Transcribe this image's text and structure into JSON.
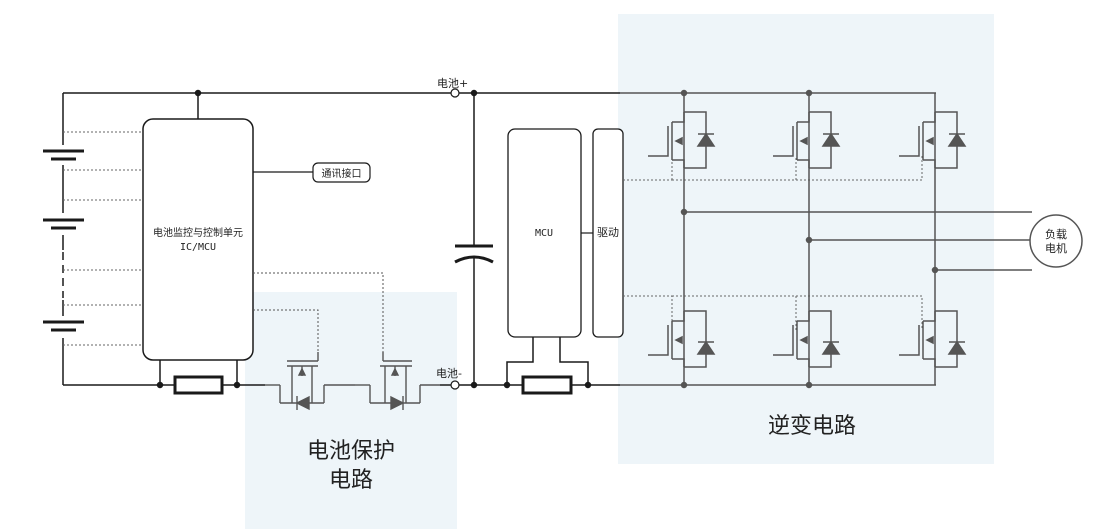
{
  "labels": {
    "battery_plus": "电池+",
    "battery_minus": "电池-",
    "bms_line1": "电池监控与控制单元",
    "bms_line2": "IC/MCU",
    "comm_interface": "通讯接口",
    "mcu": "MCU",
    "driver": "驱动",
    "load_motor_line1": "负载",
    "load_motor_line2": "电机",
    "protection_zone_line1": "电池保护",
    "protection_zone_line2": "电路",
    "inverter_zone": "逆变电路"
  },
  "colors": {
    "zone_fill": "#eef5f9",
    "wire_black": "#1a1a1a",
    "wire_gray": "#555555",
    "dotted": "#666666"
  }
}
